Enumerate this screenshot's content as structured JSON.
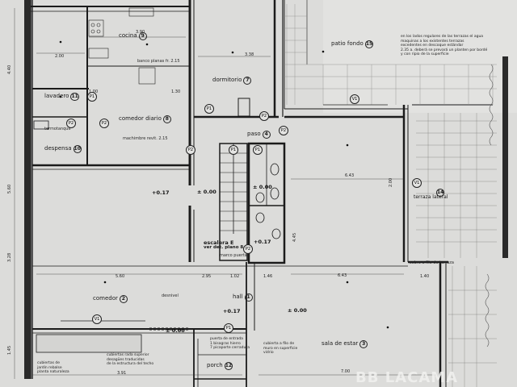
{
  "rooms": {
    "cocina": {
      "label": "cocina",
      "num": "9"
    },
    "patio_fondo": {
      "label": "patio fondo",
      "num": "15"
    },
    "dormitorio": {
      "label": "dormitorio",
      "num": "7"
    },
    "lavadero": {
      "label": "lavadero",
      "num": "11"
    },
    "comedor_diario": {
      "label": "comedor diario",
      "num": "8"
    },
    "paso": {
      "label": "paso",
      "num": "4"
    },
    "despensa": {
      "label": "despensa",
      "num": "10"
    },
    "terraza_lateral": {
      "label": "terraza lateral",
      "num": "14"
    },
    "comedor": {
      "label": "comedor",
      "num": "2"
    },
    "hall": {
      "label": "hall",
      "num": "1"
    },
    "sala_estar": {
      "label": "sala de estar",
      "num": "3"
    },
    "porch": {
      "label": "porch",
      "num": "12"
    }
  },
  "labels": {
    "p1": "P1",
    "p2": "P2",
    "v1": "V1",
    "termotanque": "termotanque",
    "banco_plano": "banco planas fr. 2.15",
    "mochila": "machimbre revit. 2.15",
    "escalera_line1": "escalera E",
    "escalera_line2": "ver det. plano 8",
    "marco_puerta": "marco puerta",
    "desnivel": "desnivel",
    "armario": "sobre a filo de terraza",
    "sobre_nivel": "sobre a filo de terraza"
  },
  "levels": {
    "l1": "+0.17",
    "l2": "± 0.00",
    "l3": "± 0.00",
    "l4": "+0.17",
    "l5": "± 0.00",
    "l6": "+0.17",
    "l7": "± 0.00"
  },
  "dims": {
    "d1": "2.00",
    "d2": "3.90",
    "d3": "3.38",
    "d4": "1.00",
    "d5": "1.30",
    "d6": "6.43",
    "d7": "6.43",
    "d8": "5.60",
    "d9": "2.95",
    "d10": "1.02",
    "d11": "1.46",
    "d12": "1.40",
    "d13": "3.91",
    "d14": "7.00",
    "d15": "4.40",
    "d16": "5.60",
    "d17": "3.28",
    "d18": "1.45",
    "d19": "2.00",
    "d20": "4.45"
  },
  "notes": {
    "top_right": "en los lados regulares de las terrazas el agua\nmaquinas a los existentes terrazas\nexcedentes en descoque estándar\n2.35 a. deberá se prevará un planten por bordé\ny con ripio de la superficie",
    "bottom_left": "cubiertas de\njardín rebalse\nplanta naturaleza",
    "bottom_mid": "cubiertas rada superior\ndesagües traducidas\nde la estructura del techo",
    "hall_note": "puerta de entrada\n1 bisagras hierro\n7 picaporte cerradura",
    "sala_note": "cubierta a filo de\nmuro en superficie\nvidrio"
  },
  "watermark": "BB LACAMA"
}
